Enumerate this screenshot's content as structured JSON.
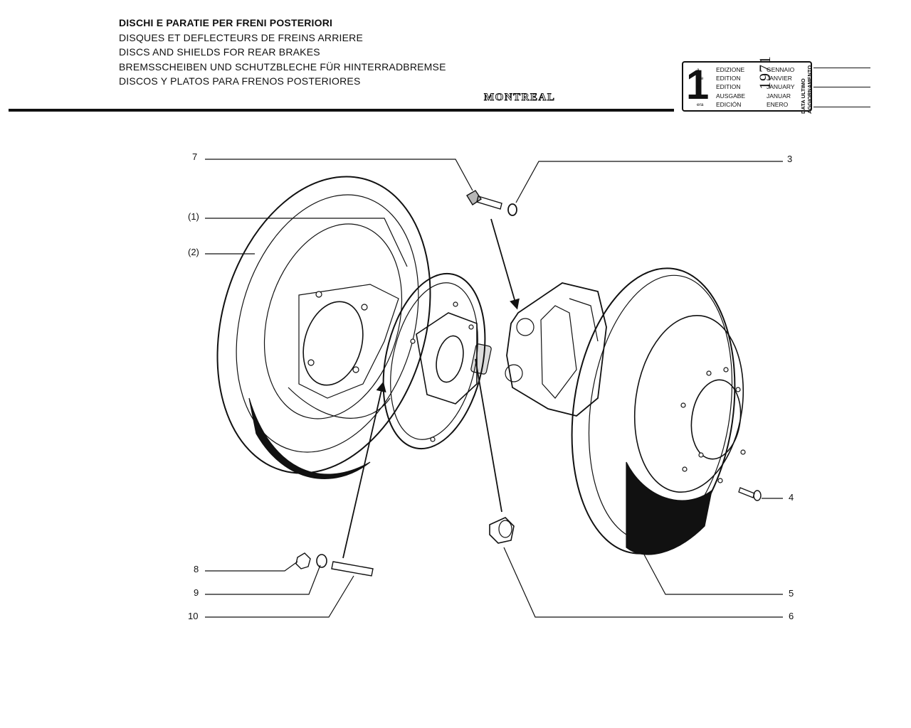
{
  "titles": [
    "DISCHI E PARATIE PER FRENI POSTERIORI",
    "DISQUES ET DEFLECTEURS DE FREINS ARRIERE",
    "DISCS AND SHIELDS FOR REAR BRAKES",
    "BREMSSCHEIBEN UND SCHUTZBLECHE FÜR HINTERRADBREMSE",
    "DISCOS  Y PLATOS PARA FRENOS POSTERIORES"
  ],
  "brand": "MONTREAL",
  "edition": {
    "number": "1",
    "ordinals": [
      "a",
      "ère",
      "st",
      ".",
      "era"
    ],
    "labels": [
      "EDIZIONE",
      "EDITION",
      "EDITION",
      "AUSGABE",
      "EDICIÓN"
    ],
    "year": "1971",
    "months": [
      "GENNAIO",
      "JANVIER",
      "JANUARY",
      "JANUAR",
      "ENERO"
    ],
    "update_label_1": "DATA ULTIMO",
    "update_label_2": "AGGIORNAMENTO"
  },
  "callouts": {
    "c7": "7",
    "c3": "3",
    "c1": "(1)",
    "c2": "(2)",
    "c4": "4",
    "c8": "8",
    "c9": "9",
    "c10": "10",
    "c5": "5",
    "c6": "6"
  }
}
